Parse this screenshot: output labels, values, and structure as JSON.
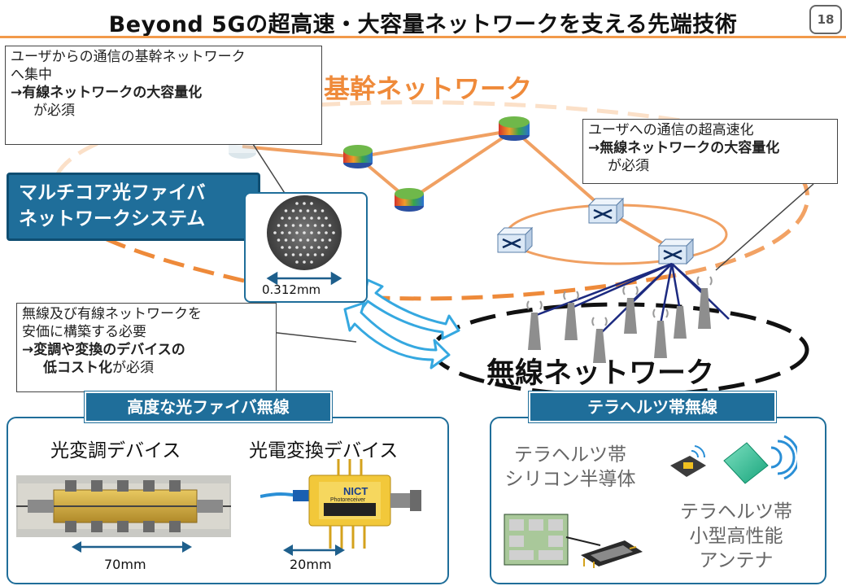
{
  "title": "Beyond 5Gの超高速・大容量ネットワークを支える先端技術",
  "page_number": "18",
  "callouts": {
    "core": {
      "line1": "ユーザからの通信の基幹ネットワーク",
      "line2": "へ集中",
      "line3": "→有線ネットワークの大容量化",
      "line4": "が必須"
    },
    "user": {
      "line1": "ユーザへの通信の超高速化",
      "line2": "→無線ネットワークの大容量化",
      "line3": "が必須"
    },
    "cost": {
      "line1": "無線及び有線ネットワークを",
      "line2": "安価に構築する必要",
      "line3": "→変調や変換のデバイスの",
      "line4a": "低コスト化",
      "line4b": "が必須"
    }
  },
  "labels": {
    "core_network": "基幹ネットワーク",
    "wireless_network": "無線ネットワーク",
    "multicore_line1": "マルチコア光ファイバ",
    "multicore_line2": "ネットワークシステム",
    "fiber_dimension": "0.312mm"
  },
  "sections": {
    "left": {
      "header": "高度な光ファイバ無線",
      "modulator_label": "光変調デバイス",
      "modulator_dim": "70mm",
      "converter_label": "光電変換デバイス",
      "converter_dim": "20mm",
      "converter_brand": "NICT",
      "converter_text": "Photoreceiver"
    },
    "right": {
      "header": "テラヘルツ帯無線",
      "semiconductor_line1": "テラヘルツ帯",
      "semiconductor_line2": "シリコン半導体",
      "antenna_line1": "テラヘルツ帯",
      "antenna_line2": "小型高性能",
      "antenna_line3": "アンテナ"
    }
  },
  "colors": {
    "accent_orange": "#ef8a3a",
    "brand_blue": "#1f6e9a",
    "link_orange": "#f0a062",
    "wireless_link": "#1c2a80"
  },
  "icons": [
    "router-icon",
    "switch-icon",
    "antenna-tower-icon",
    "fiber-cross-section-icon",
    "double-arrow-icon"
  ]
}
